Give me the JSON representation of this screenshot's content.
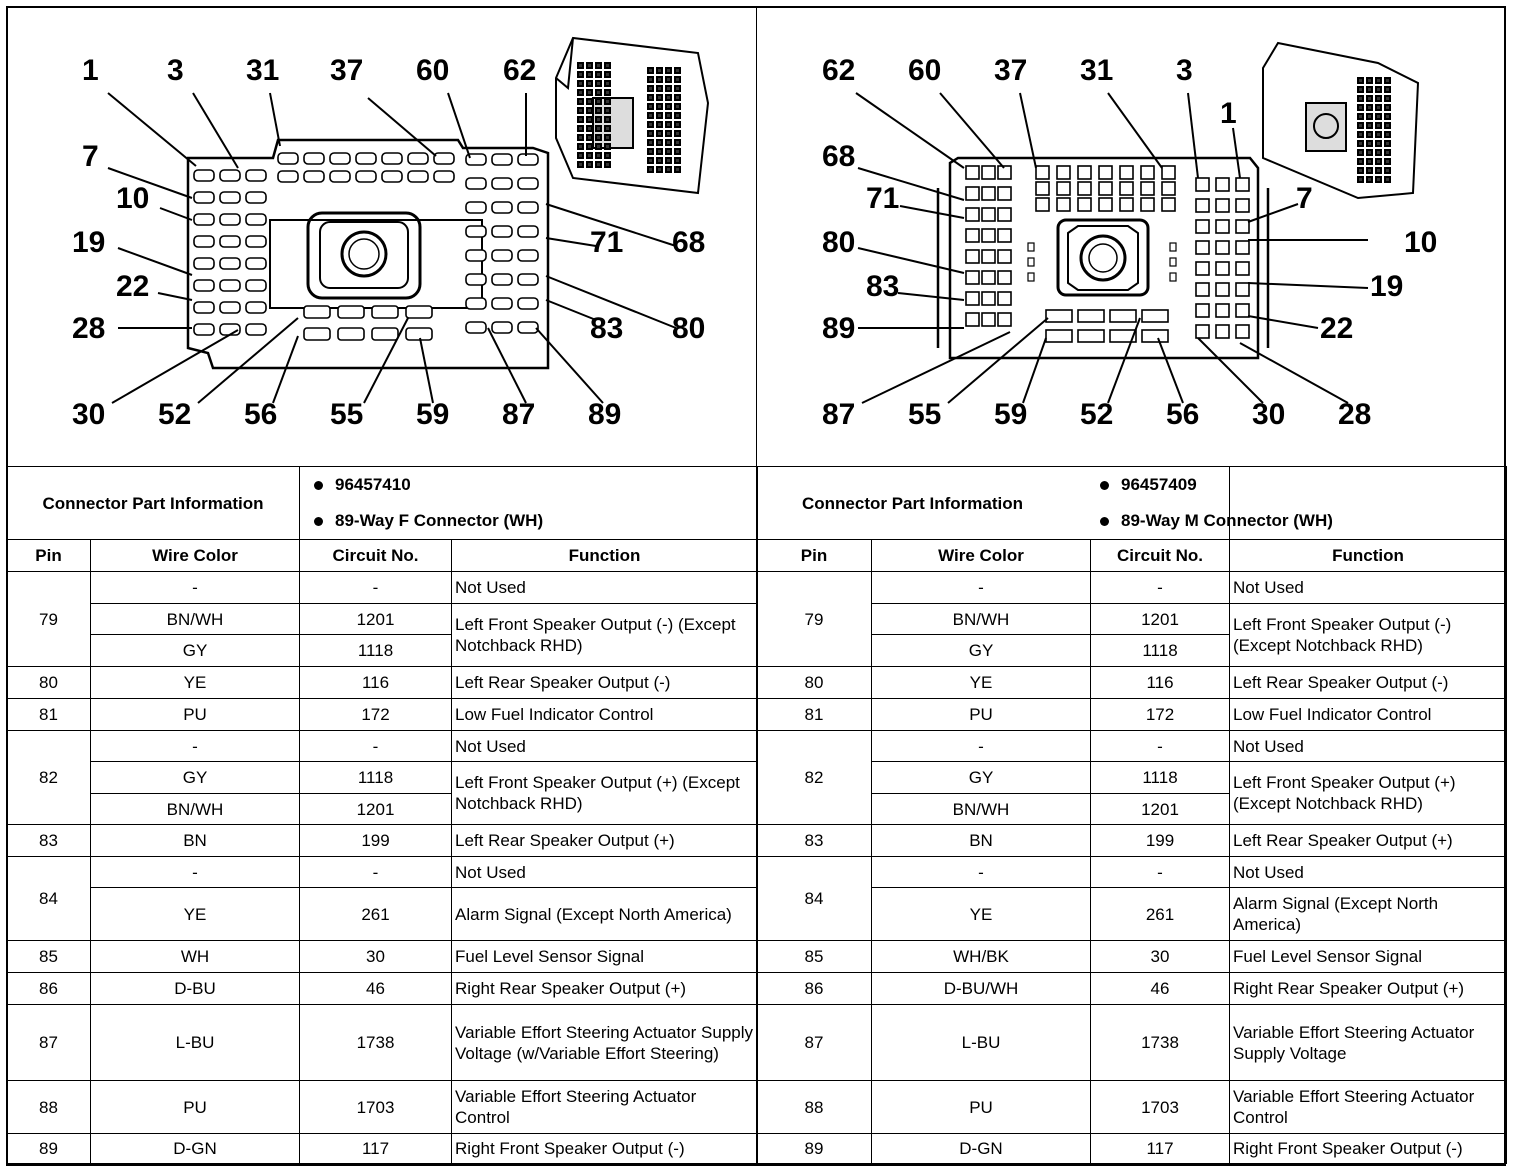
{
  "left_connector": {
    "callouts_top": [
      "1",
      "3",
      "31",
      "37",
      "60",
      "62"
    ],
    "callouts_left": [
      "7",
      "10",
      "19",
      "22",
      "28"
    ],
    "callouts_right": [
      "68",
      "71",
      "83",
      "80"
    ],
    "callouts_bottom": [
      "30",
      "52",
      "56",
      "55",
      "59",
      "87",
      "89"
    ],
    "info_label": "Connector Part Information",
    "part_number": "96457410",
    "description": "89-Way F Connector (WH)"
  },
  "right_connector": {
    "callouts_top": [
      "62",
      "60",
      "37",
      "31",
      "3",
      "1"
    ],
    "callouts_left": [
      "68",
      "71",
      "80",
      "83",
      "89"
    ],
    "callouts_right": [
      "7",
      "10",
      "19",
      "22"
    ],
    "callouts_bottom": [
      "87",
      "55",
      "59",
      "52",
      "56",
      "30",
      "28"
    ],
    "info_label": "Connector Part Information",
    "part_number": "96457409",
    "description": "89-Way M Connector (WH)"
  },
  "headers": {
    "pin": "Pin",
    "wire_color": "Wire Color",
    "circuit": "Circuit No.",
    "function": "Function"
  },
  "left_rows": {
    "p79": {
      "pin": "79",
      "r1": {
        "color": "-",
        "circuit": "-",
        "function": "Not Used"
      },
      "r2": {
        "color": "BN/WH",
        "circuit": "1201"
      },
      "r3": {
        "color": "GY",
        "circuit": "1118"
      },
      "function_2": "Left Front Speaker Output (-) (Except Notchback RHD)"
    },
    "p80": {
      "pin": "80",
      "color": "YE",
      "circuit": "116",
      "function": "Left Rear Speaker Output (-)"
    },
    "p81": {
      "pin": "81",
      "color": "PU",
      "circuit": "172",
      "function": "Low Fuel Indicator Control"
    },
    "p82": {
      "pin": "82",
      "r1": {
        "color": "-",
        "circuit": "-",
        "function": "Not Used"
      },
      "r2": {
        "color": "GY",
        "circuit": "1118"
      },
      "r3": {
        "color": "BN/WH",
        "circuit": "1201"
      },
      "function_2": "Left Front Speaker Output (+) (Except Notchback RHD)"
    },
    "p83": {
      "pin": "83",
      "color": "BN",
      "circuit": "199",
      "function": "Left Rear Speaker Output (+)"
    },
    "p84": {
      "pin": "84",
      "r1": {
        "color": "-",
        "circuit": "-",
        "function": "Not Used"
      },
      "r2": {
        "color": "YE",
        "circuit": "261",
        "function": "Alarm Signal (Except North America)"
      }
    },
    "p85": {
      "pin": "85",
      "color": "WH",
      "circuit": "30",
      "function": "Fuel Level Sensor Signal"
    },
    "p86": {
      "pin": "86",
      "color": "D-BU",
      "circuit": "46",
      "function": "Right Rear Speaker Output (+)"
    },
    "p87": {
      "pin": "87",
      "color": "L-BU",
      "circuit": "1738",
      "function": "Variable Effort Steering Actuator Supply Voltage (w/Variable Effort Steering)"
    },
    "p88": {
      "pin": "88",
      "color": "PU",
      "circuit": "1703",
      "function": "Variable Effort Steering Actuator Control"
    },
    "p89": {
      "pin": "89",
      "color": "D-GN",
      "circuit": "117",
      "function": "Right Front Speaker Output (-)"
    }
  },
  "right_rows": {
    "p79": {
      "pin": "79",
      "r1": {
        "color": "-",
        "circuit": "-",
        "function": "Not Used"
      },
      "r2": {
        "color": "BN/WH",
        "circuit": "1201"
      },
      "r3": {
        "color": "GY",
        "circuit": "1118"
      },
      "function_2": "Left Front Speaker Output (-) (Except Notchback RHD)"
    },
    "p80": {
      "pin": "80",
      "color": "YE",
      "circuit": "116",
      "function": "Left Rear Speaker Output (-)"
    },
    "p81": {
      "pin": "81",
      "color": "PU",
      "circuit": "172",
      "function": "Low Fuel Indicator Control"
    },
    "p82": {
      "pin": "82",
      "r1": {
        "color": "-",
        "circuit": "-",
        "function": "Not Used"
      },
      "r2": {
        "color": "GY",
        "circuit": "1118"
      },
      "r3": {
        "color": "BN/WH",
        "circuit": "1201"
      },
      "function_2": "Left Front Speaker Output (+) (Except Notchback RHD)"
    },
    "p83": {
      "pin": "83",
      "color": "BN",
      "circuit": "199",
      "function": "Left Rear Speaker Output (+)"
    },
    "p84": {
      "pin": "84",
      "r1": {
        "color": "-",
        "circuit": "-",
        "function": "Not Used"
      },
      "r2": {
        "color": "YE",
        "circuit": "261",
        "function": "Alarm Signal (Except North America)"
      }
    },
    "p85": {
      "pin": "85",
      "color": "WH/BK",
      "circuit": "30",
      "function": "Fuel Level Sensor Signal"
    },
    "p86": {
      "pin": "86",
      "color": "D-BU/WH",
      "circuit": "46",
      "function": "Right Rear Speaker Output (+)"
    },
    "p87": {
      "pin": "87",
      "color": "L-BU",
      "circuit": "1738",
      "function": "Variable Effort Steering Actuator Supply Voltage"
    },
    "p88": {
      "pin": "88",
      "color": "PU",
      "circuit": "1703",
      "function": "Variable Effort Steering Actuator Control"
    },
    "p89": {
      "pin": "89",
      "color": "D-GN",
      "circuit": "117",
      "function": "Right Front Speaker Output (-)"
    }
  }
}
